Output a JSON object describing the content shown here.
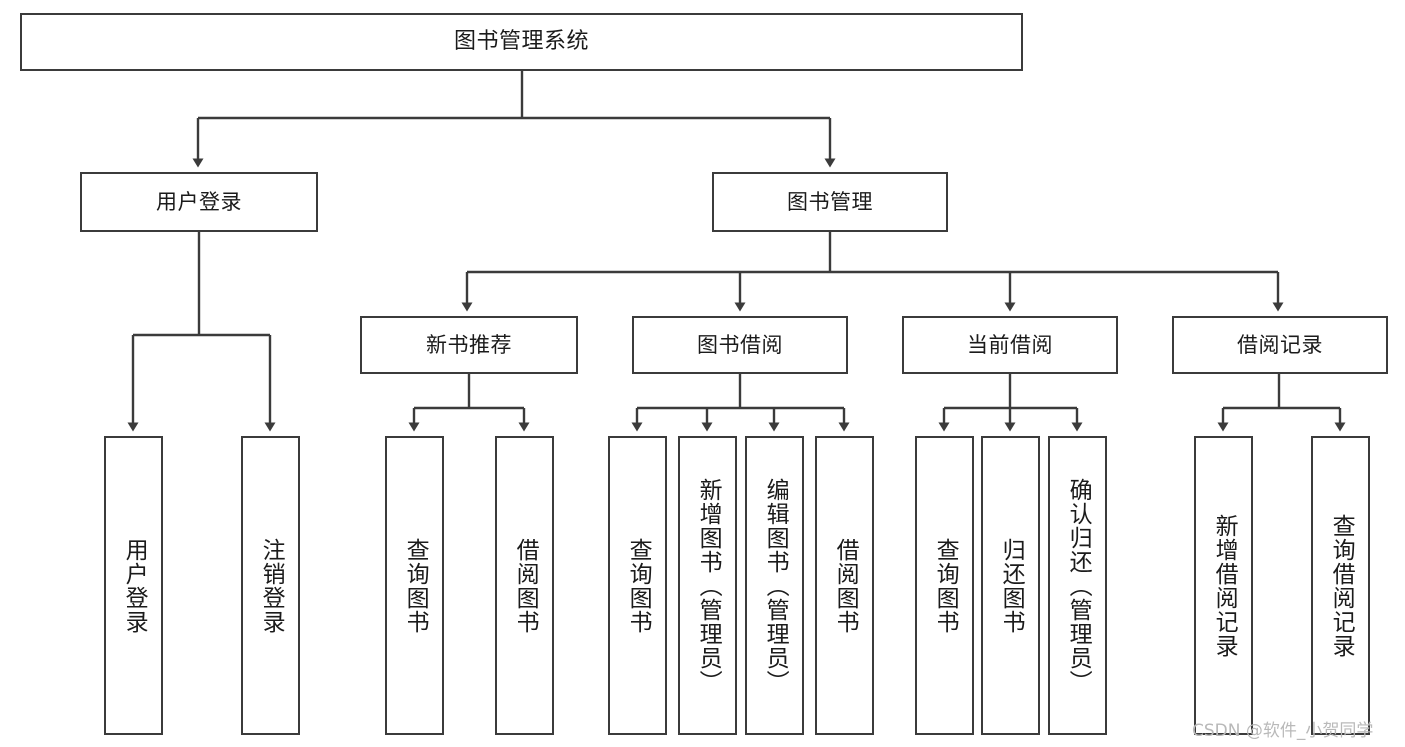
{
  "diagram": {
    "title": "图书管理系统",
    "type": "hierarchy-tree",
    "root": {
      "label": "图书管理系统"
    },
    "level1": [
      {
        "label": "用户登录"
      },
      {
        "label": "图书管理"
      }
    ],
    "level2": [
      {
        "label": "新书推荐"
      },
      {
        "label": "图书借阅"
      },
      {
        "label": "当前借阅"
      },
      {
        "label": "借阅记录"
      }
    ],
    "leaves": {
      "user_login": [
        {
          "label": "用户登录"
        },
        {
          "label": "注销登录"
        }
      ],
      "new_book_recommend": [
        {
          "label": "查询图书"
        },
        {
          "label": "借阅图书"
        }
      ],
      "book_borrow": [
        {
          "label": "查询图书"
        },
        {
          "label": "新增图书（管理员）"
        },
        {
          "label": "编辑图书（管理员）"
        },
        {
          "label": "借阅图书"
        }
      ],
      "current_borrow": [
        {
          "label": "查询图书"
        },
        {
          "label": "归还图书"
        },
        {
          "label": "确认归还（管理员）"
        }
      ],
      "borrow_record": [
        {
          "label": "新增借阅记录"
        },
        {
          "label": "查询借阅记录"
        }
      ]
    }
  },
  "watermark": {
    "text": "CSDN @软件_小贺同学"
  },
  "colors": {
    "stroke": "#3b3b3b",
    "background": "#ffffff",
    "text": "#1b1b1b",
    "watermark": "#b9b9b9"
  }
}
